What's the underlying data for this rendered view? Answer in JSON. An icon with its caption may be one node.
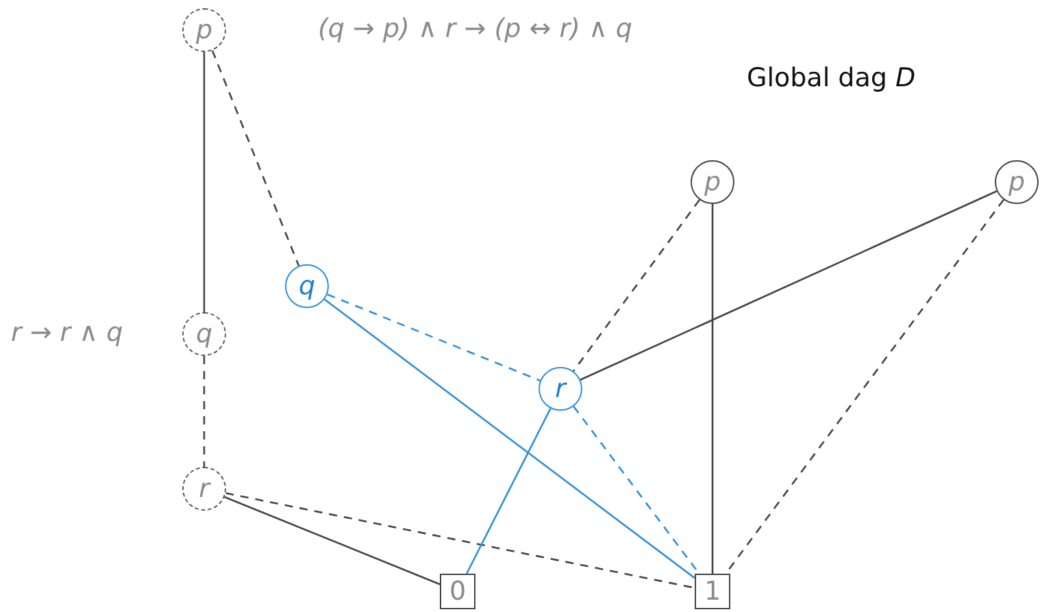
{
  "diagram": {
    "title": "Global dag *D*",
    "nodes": [
      {
        "text": [
          "p"
        ],
        "beside": [
          "(q → p) ∧ r → (p ↔ r) ∧ q"
        ]
      },
      {
        "text": [
          "q"
        ],
        "beside": [
          "r → r ∧ q"
        ]
      },
      {
        "text": [
          "r"
        ]
      },
      {
        "text": [
          "q"
        ]
      },
      {
        "text": [
          "p"
        ]
      },
      {
        "text": [
          "p"
        ]
      },
      {
        "text": [
          "r"
        ]
      },
      {
        "text": [
          "0"
        ]
      },
      {
        "text": [
          "1"
        ]
      }
    ],
    "edges": [
      {
        "from": 0,
        "to": 3,
        "arrow": "none",
        "style": "dashed"
      },
      {
        "from": 0,
        "to": 1,
        "arrow": "none"
      },
      {
        "from": 1,
        "to": 2,
        "arrow": "none",
        "style": "dashed"
      },
      {
        "from": 2,
        "to": 7,
        "arrow": "none"
      },
      {
        "from": 2,
        "to": 8,
        "arrow": "none",
        "style": "dashed"
      },
      {
        "from": 3,
        "to": 6,
        "arrow": "none",
        "style": "dashed",
        "color": "#2f8fdc"
      },
      {
        "from": 3,
        "to": 8,
        "arrow": "none",
        "color": "#2f8fdc"
      },
      {
        "from": 6,
        "to": 7,
        "arrow": "none",
        "color": "#2f8fdc"
      },
      {
        "from": 6,
        "to": 8,
        "arrow": "none",
        "style": "dashed",
        "color": "#2f8fdc"
      },
      {
        "from": 4,
        "to": 6,
        "arrow": "none",
        "style": "dashed"
      },
      {
        "from": 4,
        "to": 8,
        "arrow": "none"
      },
      {
        "from": 5,
        "to": 6,
        "arrow": "none"
      },
      {
        "from": 5,
        "to": 8,
        "arrow": "none",
        "style": "dashed"
      }
    ]
  }
}
